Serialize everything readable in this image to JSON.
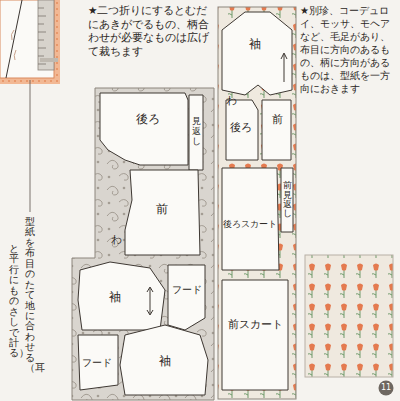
{
  "diagram": {
    "nodes": [
      {
        "text": [
          "後ろ"
        ]
      },
      {
        "text": [
          "見返し"
        ]
      },
      {
        "text": [
          "前"
        ]
      },
      {
        "text": [
          "袖"
        ]
      },
      {
        "text": [
          "フード"
        ]
      },
      {
        "text": [
          "フード"
        ]
      },
      {
        "text": [
          "袖"
        ]
      },
      {
        "text": [
          "袖"
        ]
      },
      {
        "text": [
          "後ろ"
        ]
      },
      {
        "text": [
          "前"
        ]
      },
      {
        "text": [
          "前見返し"
        ]
      },
      {
        "text": [
          "後ろスカート"
        ]
      },
      {
        "text": [
          "前スカート"
        ]
      }
    ],
    "labels": [
      "★二つ折りにするとむだにあきがでるもの、柄合わせが必要なものは広げて裁ちます",
      "★別珍、コーデュロイ、モッサ、モヘアなど、毛足があり、布目に方向のあるもの、柄に方向があるものは、型紙を一方向におきます",
      "わ",
      "わ",
      "型紙を布目のたて地に合わせる（耳",
      "と平行にものさしで計る）",
      "11"
    ]
  }
}
